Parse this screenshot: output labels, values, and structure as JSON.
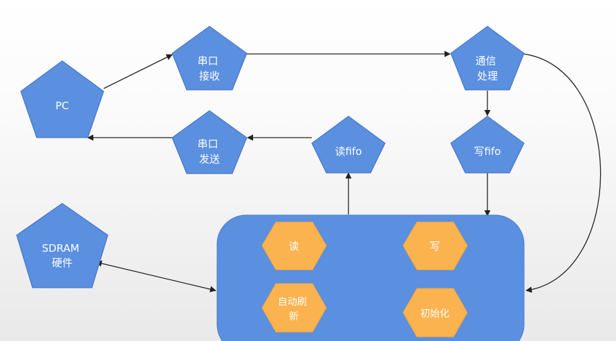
{
  "colors": {
    "node_fill": "#5b8fdf",
    "node_stroke": "#3f6fbf",
    "module_fill": "#5b8fdf",
    "op_fill": "#fbb34f",
    "edge": "#222222",
    "label": "#ffffff"
  },
  "nodes": {
    "pc": {
      "lines": [
        "PC"
      ]
    },
    "uart_rx": {
      "lines": [
        "串口",
        "接收"
      ]
    },
    "uart_tx": {
      "lines": [
        "串口",
        "发送"
      ]
    },
    "comm": {
      "lines": [
        "通信",
        "处理"
      ]
    },
    "write_fifo": {
      "lines": [
        "写fifo"
      ]
    },
    "read_fifo": {
      "lines": [
        "读fifo"
      ]
    },
    "sdram": {
      "lines": [
        "SDRAM",
        "硬件"
      ]
    }
  },
  "module": {
    "ops": {
      "read": {
        "lines": [
          "读"
        ]
      },
      "write": {
        "lines": [
          "写"
        ]
      },
      "refresh": {
        "lines": [
          "自动刷",
          "新"
        ]
      },
      "init": {
        "lines": [
          "初始化"
        ]
      }
    }
  }
}
